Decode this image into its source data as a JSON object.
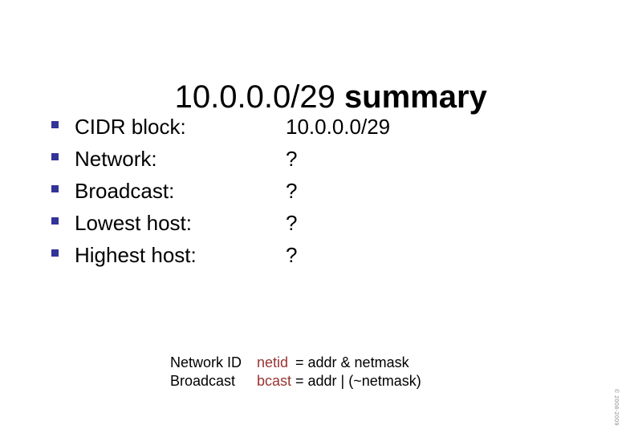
{
  "slide": {
    "title": {
      "prefix": "10.0.0.0/29 ",
      "emphasis": "summary"
    },
    "bullets": [
      {
        "label": "CIDR block:",
        "value": "10.0.0.0/29"
      },
      {
        "label": "Network:",
        "value": "?"
      },
      {
        "label": "Broadcast:",
        "value": "?"
      },
      {
        "label": "Lowest host:",
        "value": "?"
      },
      {
        "label": "Highest host:",
        "value": "?"
      }
    ],
    "formulas": [
      {
        "name": "Network ID",
        "term": "netid",
        "rest": "= addr & netmask"
      },
      {
        "name": "Broadcast",
        "term": "bcast",
        "rest": "= addr | (~netmask)"
      }
    ],
    "copyright_vertical_text": "© 2008-2009",
    "colors": {
      "bullet_square": "#333399",
      "formula_term": "#993333",
      "text": "#000000",
      "copyright": "#8c8c8c",
      "background": "#ffffff"
    }
  }
}
